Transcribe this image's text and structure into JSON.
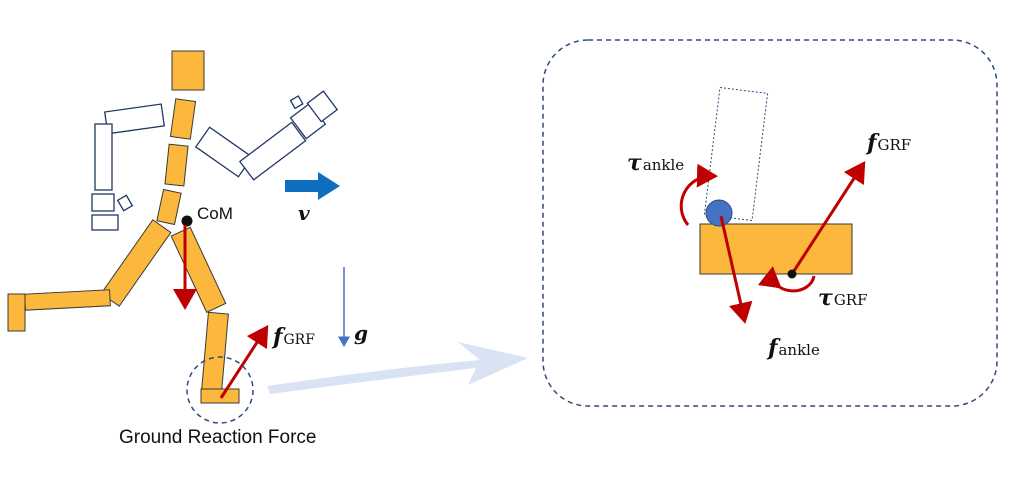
{
  "labels": {
    "com": "CoM",
    "velocity": "v",
    "gravity": "g",
    "f_grf_main": {
      "sym": "f",
      "sub": "GRF"
    },
    "ground_reaction_force": "Ground Reaction Force",
    "tau_ankle": {
      "sym": "τ",
      "sub": "ankle"
    },
    "f_grf_inset": {
      "sym": "f",
      "sub": "GRF"
    },
    "tau_grf": {
      "sym": "τ",
      "sub": "GRF"
    },
    "f_ankle": {
      "sym": "f",
      "sub": "ankle"
    }
  },
  "colors": {
    "segment_fill": "#FBB83C",
    "segment_stroke": "#3A3A3A",
    "outline_stroke": "#1F3864",
    "force_red": "#C00000",
    "velocity_blue": "#0F6EC0",
    "gravity_blue": "#4472C4",
    "ankle_joint": "#4472C4",
    "dashed": "#2F4A7A",
    "big_arrow": "#DAE3F3"
  }
}
